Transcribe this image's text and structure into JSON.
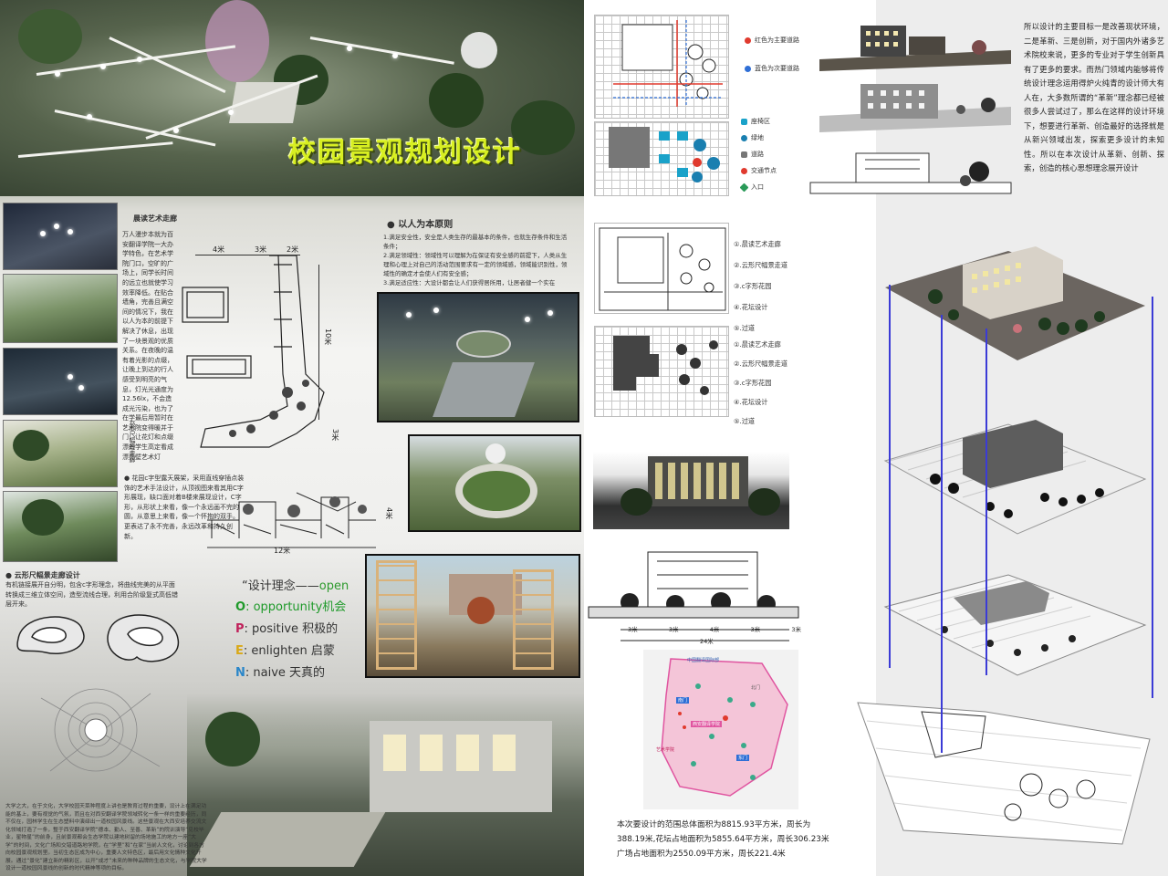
{
  "title": "校园景观规划设计",
  "left": {
    "corridor_heading": "晨读艺术走廊",
    "corridor_text": "万人漫步本就为百安翻译学院一大办学特色，在艺术学院门口，空旷的广场上，同学长时间的远立也就使学习效率降低。在贴合墙角，完善且满空间的情况下，我在以人为本的前提下解决了休息，出现了一块景观的优质关系。在夜晚的温有着光影的点缀，让晚上到达的行人感受到明亮的气息，灯光光通度为12.56lx，不会造成光污染，也为了在学最后用暂时在艺术院变得暖并于门，让花灯和点缀漂的学生高定看成漂亮壁艺术灯",
    "principle_heading": "以人为本原则",
    "principle_items": [
      "1.满足安全性，安全是人类生存的最基本的条件，也就生存条件和生活条件；",
      "2.满足领域性：领域性可以理解为在保证有安全感的前提下，人类从生理和心理上对自己的活动范围要求有一定的领域感，领域能识别性，领域性的确定才会使人们有安全感；",
      "3.满足适应性：大设计都会让人们获得居所用，让居者健一个实在"
    ],
    "garden_bullet": "花园c字型露天展架，采用直线穿插点装饰的艺术手法设计，从顶视图来看其用C字形展现，缺口面对着B楼来展现设计，C字形，从形状上来看，像一个永远画不完的圆，从意思上来看，像一个怀抱的双手。更表达了永不完善，永远改革和持久创新。",
    "cloud_heading": "云形尺幅景走廊设计",
    "cloud_text": "有机链接展开自分明，包含c字形理念，将曲线完美的从平面转换成三维立体空间，造型流线合理，利用合阶级复式高低错层开来。",
    "side_label": "云形尺幅景走廊",
    "dims": {
      "d1": "4米",
      "d2": "3米",
      "d3": "2米",
      "d4": "10米",
      "d5": "3米",
      "d6": "12米",
      "d7": "4米"
    },
    "concept": {
      "title_quote": "“设计理念",
      "title_dash": "——",
      "title_word": "open",
      "lines": [
        {
          "letter": "O",
          "sep": ": ",
          "word": "opportunity机会",
          "color": "#1f9a2a"
        },
        {
          "letter": "P",
          "sep": ": ",
          "word": "positive  积极的",
          "color": "#c0205a"
        },
        {
          "letter": "E",
          "sep": ": ",
          "word": "enlighten  启蒙",
          "color": "#d9a816"
        },
        {
          "letter": "N",
          "sep": ": ",
          "word": "naive      天真的",
          "color": "#2a86c9"
        }
      ]
    },
    "bottom_text": "大学之大，在于文化，大学校园天菜种程度上讲也是教育过程的重要，设计上在满足功能的基上，要有视觉的气氛，而且在对西安翻译学院领域转化一条一样的重要经历，同不仅在，园林学生在生态塑料中演绎出一道校园风景线。这些景观在大西安培养交流文化领域打造了一条，整于西安翻译学院“德本、勤人、至善、革新”的院训演导“见校毕业，星物星”的前身，且前景观都会生态学院以建地树留的场地施工的地方一座“大学”的时间，文化广场和交错道路地学院，在“学里”和“在家”当前人文化，讨论到各方向校园景观规划里。当初生态区成为中心，重要人文特色区，最后用文化情种文化开展。通过“景化”建立新的精彩区，以开“成才”未来的种种品牌的生态文化，与学院大学设计一道校园风景线的创新的时代精神等项的目标。"
  },
  "middle": {
    "legend_top": [
      {
        "label": "红色为主要道路",
        "color": "#e03a2e"
      },
      {
        "label": "蓝色为次要道路",
        "color": "#2f6fd6"
      }
    ],
    "legend_mid": [
      "座椅区",
      "绿地",
      "道路",
      "交通节点",
      "入口"
    ],
    "list_a": [
      "①.晨读艺术走廊",
      "②.云形尺幅景走道",
      "③.c字形花园",
      "④.花坛设计",
      "⑤.过道"
    ],
    "list_b": [
      "①.晨读艺术走廊",
      "②.云形尺幅景走道",
      "③.c字形花园",
      "④.花坛设计",
      "⑤.过道"
    ],
    "elev_dims": [
      "3米",
      "3米",
      "4米",
      "3米",
      "3米"
    ],
    "elev_total": "24米",
    "map_labels": [
      "中国翻译国际部",
      "西安翻译学院",
      "南门",
      "东门",
      "北门",
      "艺术学院"
    ],
    "summary": [
      "本次要设计的范围总体面积为8815.93平方米，周长为",
      "388.19米,花坛占地面积为5855.64平方米，周长306.23米",
      "广场占地面积为2550.09平方米，周长221.4米"
    ]
  },
  "right": {
    "paragraph": "所以设计的主要目标一是改善现状环境，二是革新、三是创新，对于国内外诸多艺术院校来说，更多的专业对于学生创新具有了更多的要求。而热门领域内能够将传统设计理念运用得炉火纯青的设计师大有人在，大多数所谓的“革新”理念都已经被很多人尝试过了，那么在这样的设计环境下，想要进行革新、创造最好的选择就是从新兴领域出发，探索更多设计的未知性。所以在本次设计从革新、创新、探索，创造的核心思想理念展开设计"
  }
}
